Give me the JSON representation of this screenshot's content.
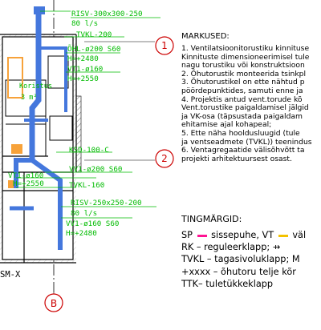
{
  "colors": {
    "pipe": "#4477dd",
    "label": "#00bb00",
    "wall": "#000000",
    "hatch": "#777777",
    "marker": "#cc0000",
    "orange": "#f7a23a",
    "supply": "#ff1493",
    "exhaust": "#f3c200"
  },
  "labels": {
    "risv_top": "RISV-300x300-250",
    "flow_top": "80 l/s",
    "tvkl_200": "TVKL-200",
    "ohl_200": "ÕHL-ø200 S60",
    "h_2480_a": "H=+2480",
    "vt1_160": "VT1-ø160",
    "h_2550_a": "H=+2550",
    "koristus": "Koristus",
    "area": "3 m²",
    "ksd_100": "KSD-100-C",
    "vv1_200": "VV1-ø200 S60",
    "vt1_160b": "VT1-ø160",
    "tvkl_160": "TVKL-160",
    "h_2550_b": "H=+2550",
    "risv_bottom": "RISV-250x250-200",
    "flow_bottom": "80 l/s",
    "vv1_160": "VV1-ø160 S60",
    "h_2480_b": "H=+2480",
    "room_name": "SM-X",
    "grid_b": "B"
  },
  "markers": {
    "one": "1",
    "two": "2"
  },
  "notes": {
    "title": "MÄRKUSED:",
    "lines": [
      "1. Ventilatsioonitorustiku kinnituse",
      "Kinnituste dimensioneerimisel tule",
      "nagu torustiku või konstruktsioon",
      "2. Õhutorustik monteerida tsinkpl",
      "3. Õhutorustikel on ette nähtud p",
      "pöördepunktides, samuti enne ja",
      "4. Projektis antud vent.torude kõ",
      "Vent.torustike paigaldamisel jälgid",
      "ja VK-osa (täpsustada paigaldam",
      "ehitamise ajal kohapeal;",
      "5. Ette näha hooldusluugid (tule",
      "ja ventseadmete (TVKL)) teenindus",
      "6. Ventagregaatide välisõhvõtt ta",
      "projekti arhitektuursest osast."
    ]
  },
  "legend": {
    "title": "TINGMÄRGID:",
    "sp": "SP",
    "sp_text": "sissepuhe,",
    "vt": "VT",
    "vt_text": "väl",
    "rk": "RK – reguleerklapp;",
    "tvkl": "TVKL – tagasivoluklapp; M",
    "height": "+xxxx – õhutoru telje kõr",
    "ttk": "TTK– tuletükkeklapp"
  }
}
